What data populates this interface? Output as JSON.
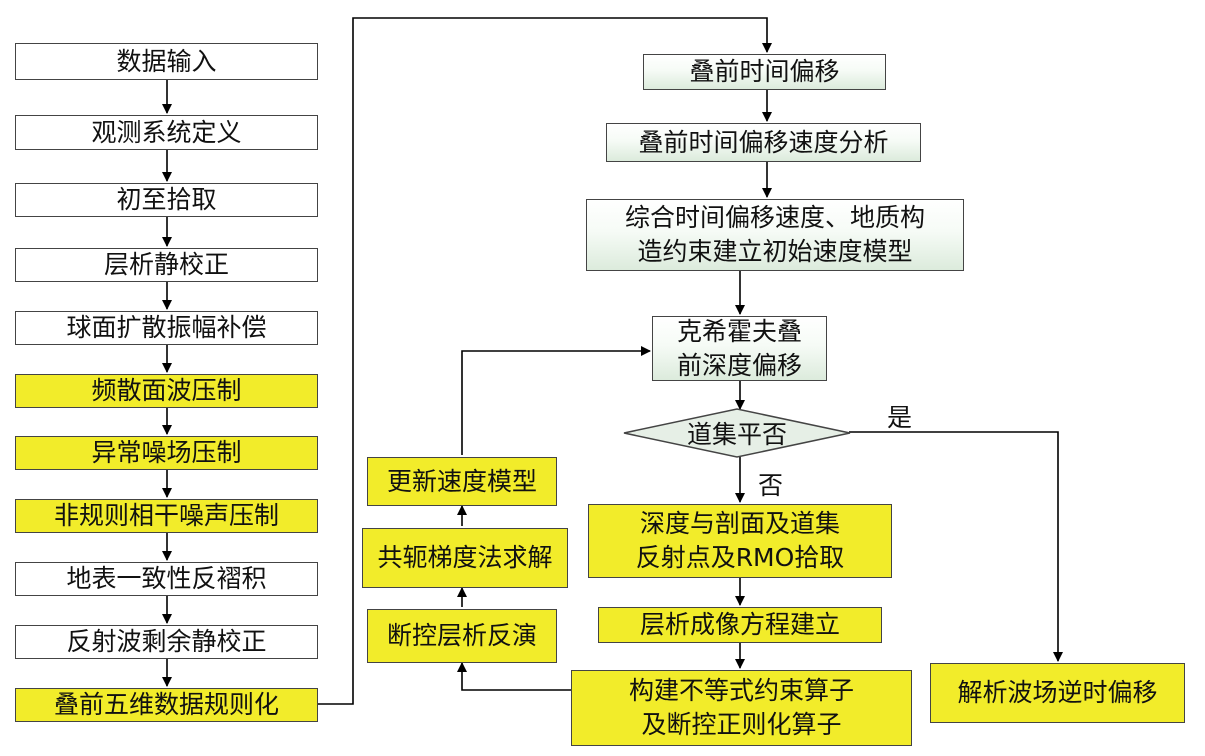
{
  "left_column": [
    {
      "label": "数据输入",
      "style": "green"
    },
    {
      "label": "观测系统定义",
      "style": "green"
    },
    {
      "label": "初至拾取",
      "style": "green"
    },
    {
      "label": "层析静校正",
      "style": "green"
    },
    {
      "label": "球面扩散振幅补偿",
      "style": "green"
    },
    {
      "label": "频散面波压制",
      "style": "yellow"
    },
    {
      "label": "异常噪场压制",
      "style": "yellow"
    },
    {
      "label": "非规则相干噪声压制",
      "style": "yellow"
    },
    {
      "label": "地表一致性反褶积",
      "style": "green"
    },
    {
      "label": "反射波剩余静校正",
      "style": "green"
    },
    {
      "label": "叠前五维数据规则化",
      "style": "yellow"
    }
  ],
  "center_column": {
    "prestack_time_migration": "叠前时间偏移",
    "velocity_analysis": "叠前时间偏移速度分析",
    "initial_velocity_model": "综合时间偏移速度、地质构\n造约束建立初始速度模型",
    "kirchhoff_migration": "克希霍夫叠\n前深度偏移",
    "gather_flat_question": "道集平否",
    "depth_pick": "深度与剖面及道集\n反射点及RMO拾取",
    "tomography_equation": "层析成像方程建立",
    "constraint_operator": "构建不等式约束算子\n及断控正则化算子"
  },
  "loop_column": {
    "update_velocity": "更新速度模型",
    "conjugate_gradient": "共轭梯度法求解",
    "fault_tomography": "断控层析反演"
  },
  "right_column": {
    "rtm": "解析波场逆时偏移"
  },
  "branch_labels": {
    "yes": "是",
    "no": "否"
  },
  "colors": {
    "yellow_fill": "#f2ec2a",
    "green_fill_bottom": "#dcebdc",
    "line": "#000000"
  }
}
